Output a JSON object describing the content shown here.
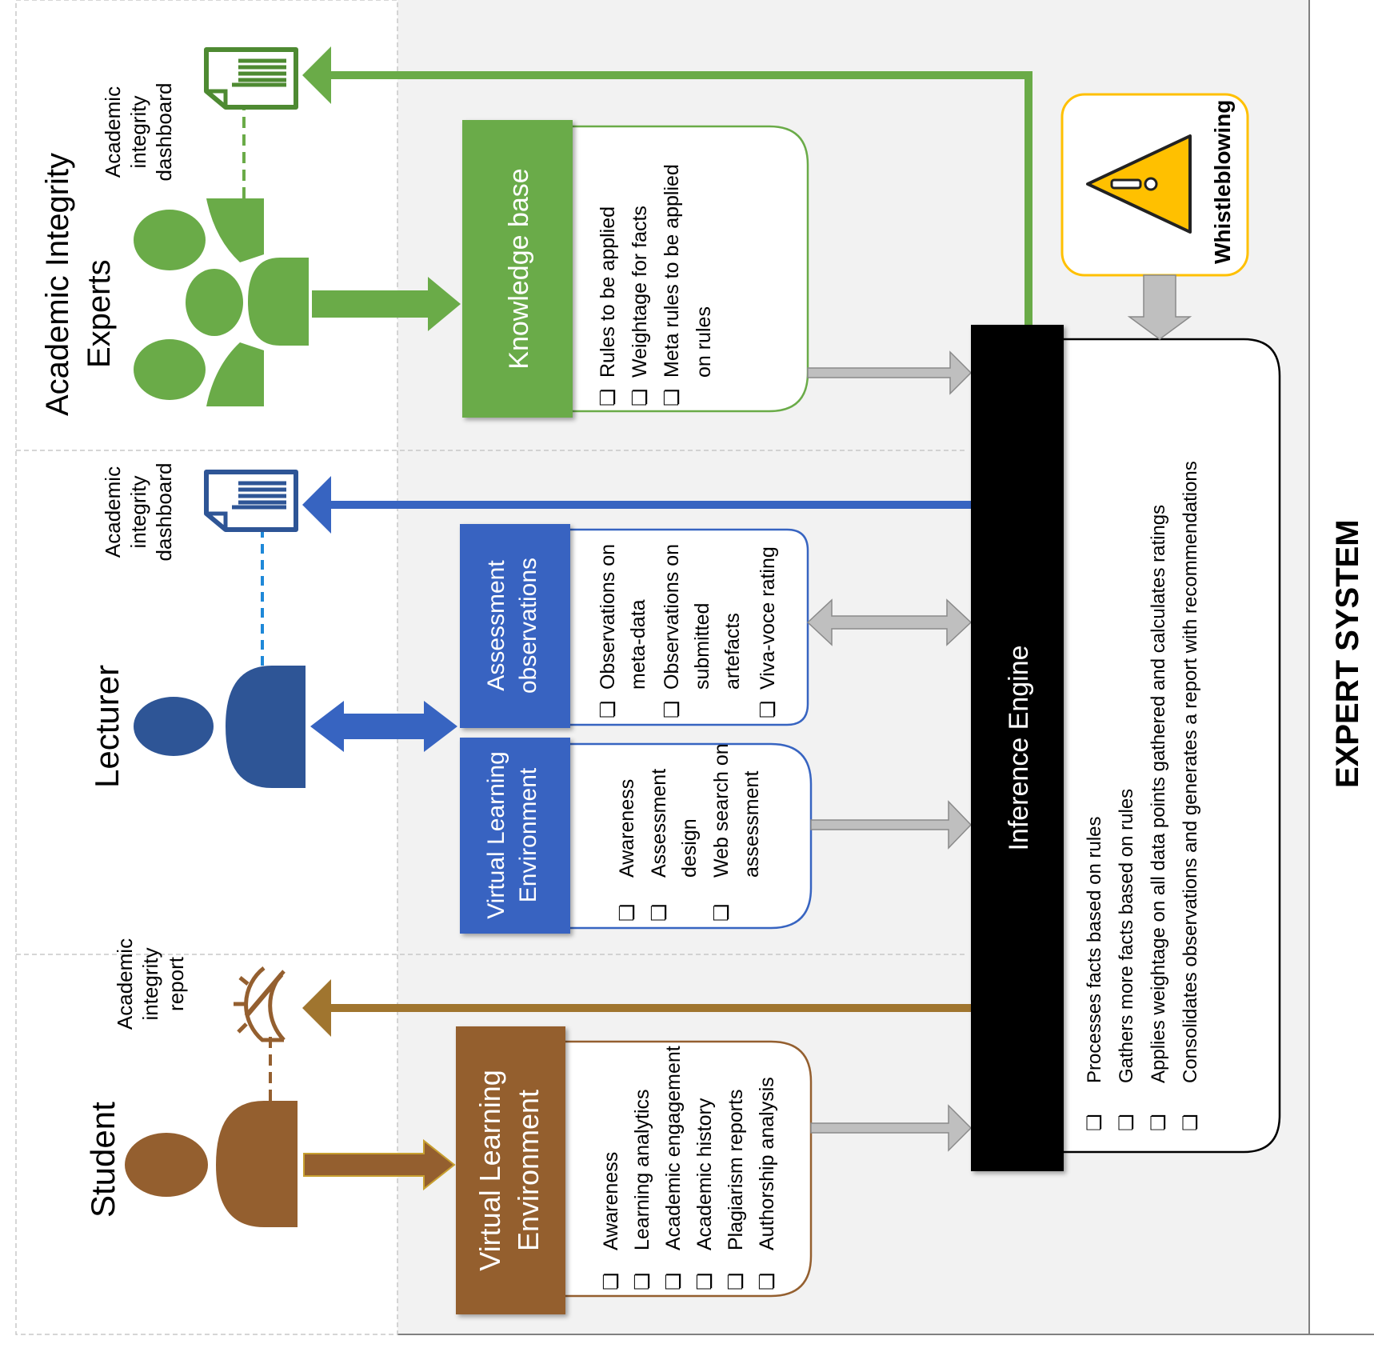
{
  "colors": {
    "student": "#945F2F",
    "lecturer": "#2E5596",
    "vle_lecturer": "#3764C1",
    "experts": "#6AAB48",
    "engine": "#000000",
    "warning": "#FFC000",
    "grey_arrow": "#BFBFBF",
    "panel": "#F2F2F2"
  },
  "system_title": "EXPERT SYSTEM",
  "student": {
    "label": "Student",
    "report_label": [
      "Academic",
      "integrity",
      "report"
    ],
    "vle_title": [
      "Virtual Learning",
      "Environment"
    ],
    "vle_items": [
      "Awareness",
      "Learning analytics",
      "Academic engagement",
      "Academic history",
      "Plagiarism reports",
      "Authorship analysis"
    ]
  },
  "lecturer": {
    "label": "Lecturer",
    "dashboard_label": [
      "Academic",
      "integrity",
      "dashboard"
    ],
    "vle_title": [
      "Virtual Learning",
      "Environment"
    ],
    "vle_items": [
      [
        "Awareness"
      ],
      [
        "Assessment",
        "design"
      ],
      [
        "Web search on",
        "assessment"
      ]
    ],
    "assessment_title": [
      "Assessment",
      "observations"
    ],
    "assessment_items": [
      [
        "Observations on",
        "meta-data"
      ],
      [
        "Observations on",
        "submitted",
        "artefacts"
      ],
      [
        "Viva-voce rating"
      ]
    ]
  },
  "experts": {
    "label": [
      "Academic Integrity",
      "Experts"
    ],
    "dashboard_label": [
      "Academic",
      "integrity",
      "dashboard"
    ],
    "kb_title": "Knowledge base",
    "kb_items": [
      [
        "Rules to be applied"
      ],
      [
        "Weightage for facts"
      ],
      [
        "Meta rules to be applied",
        "on rules"
      ]
    ]
  },
  "engine": {
    "title": "Inference Engine",
    "items": [
      "Processes facts based on rules",
      "Gathers more facts based on rules",
      "Applies weightage on all data points gathered and calculates ratings",
      "Consolidates observations and generates a report with recommendations"
    ]
  },
  "whistleblowing": {
    "label": "Whistleblowing",
    "icon": "warning-triangle-icon"
  },
  "checkbox_glyph": "❏"
}
